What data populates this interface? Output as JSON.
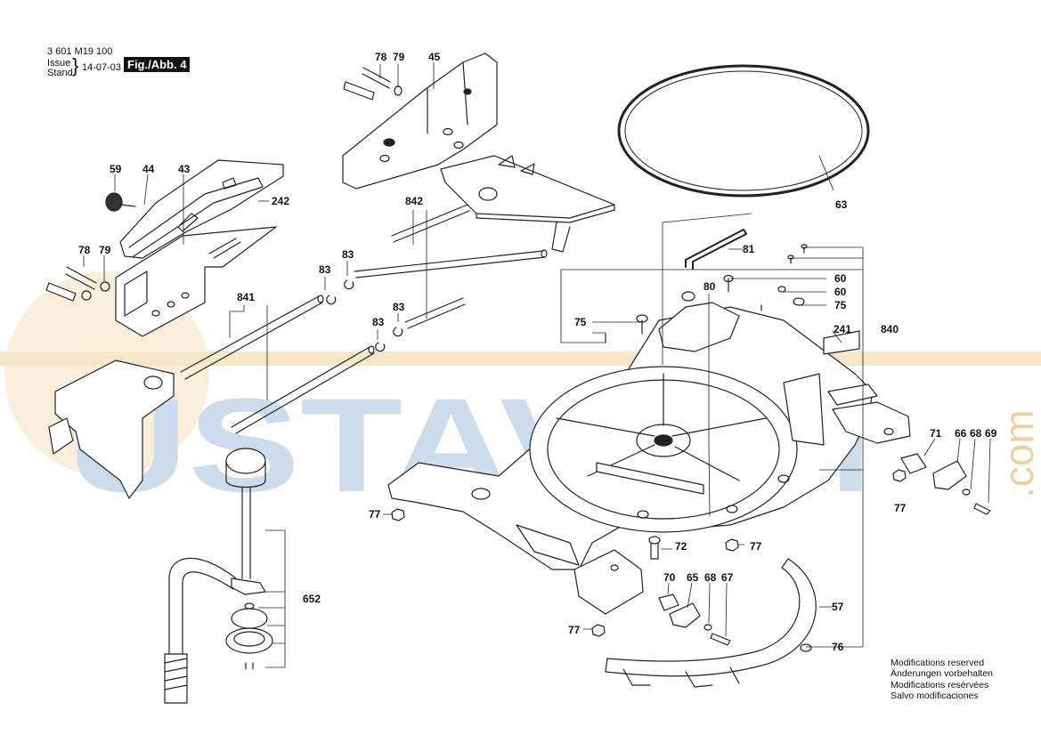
{
  "header": {
    "doc_number": "3 601 M19 100",
    "issue_label": "Issue",
    "stand_label": "Stand",
    "date": "14-07-03",
    "figure_label": "Fig./Abb. 4"
  },
  "watermark": {
    "text": "USTAVRM",
    "suffix": ".com",
    "color": "#b9cfe6",
    "accent_color": "#f3d9a9"
  },
  "callouts": [
    {
      "id": "c1",
      "text": "78"
    },
    {
      "id": "c2",
      "text": "79"
    },
    {
      "id": "c3",
      "text": "45"
    },
    {
      "id": "c4",
      "text": "59"
    },
    {
      "id": "c5",
      "text": "44"
    },
    {
      "id": "c6",
      "text": "43"
    },
    {
      "id": "c7",
      "text": "242"
    },
    {
      "id": "c8",
      "text": "842"
    },
    {
      "id": "c9",
      "text": "63"
    },
    {
      "id": "c10",
      "text": "78"
    },
    {
      "id": "c11",
      "text": "79"
    },
    {
      "id": "c12",
      "text": "83"
    },
    {
      "id": "c13",
      "text": "83"
    },
    {
      "id": "c14",
      "text": "841"
    },
    {
      "id": "c15",
      "text": "83"
    },
    {
      "id": "c16",
      "text": "83"
    },
    {
      "id": "c17",
      "text": "81"
    },
    {
      "id": "c18",
      "text": "80"
    },
    {
      "id": "c19",
      "text": "60"
    },
    {
      "id": "c20",
      "text": "60"
    },
    {
      "id": "c21",
      "text": "75"
    },
    {
      "id": "c22",
      "text": "75"
    },
    {
      "id": "c23",
      "text": "241"
    },
    {
      "id": "c24",
      "text": "840"
    },
    {
      "id": "c25",
      "text": "71"
    },
    {
      "id": "c26",
      "text": "66"
    },
    {
      "id": "c27",
      "text": "68"
    },
    {
      "id": "c28",
      "text": "69"
    },
    {
      "id": "c29",
      "text": "77"
    },
    {
      "id": "c30",
      "text": "77"
    },
    {
      "id": "c31",
      "text": "72"
    },
    {
      "id": "c32",
      "text": "77"
    },
    {
      "id": "c33",
      "text": "652"
    },
    {
      "id": "c34",
      "text": "70"
    },
    {
      "id": "c35",
      "text": "65"
    },
    {
      "id": "c36",
      "text": "68"
    },
    {
      "id": "c37",
      "text": "67"
    },
    {
      "id": "c38",
      "text": "57"
    },
    {
      "id": "c39",
      "text": "77"
    },
    {
      "id": "c40",
      "text": "76"
    }
  ],
  "notes": [
    "Modifications reserved",
    "Änderungen vorbehalten",
    "Modifications resérvées",
    "Salvo modificaciones"
  ]
}
